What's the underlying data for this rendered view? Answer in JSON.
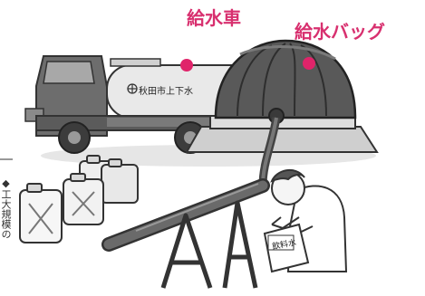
{
  "labels": {
    "water_truck": "給水車",
    "water_bag": "給水バッグ"
  },
  "truck_marking": "秋田市上下水",
  "sack_text": "飲料水",
  "side_caption": "◆工大規模の",
  "colors": {
    "label_text": "#d8306f",
    "marker_dot": "#e0246a"
  }
}
